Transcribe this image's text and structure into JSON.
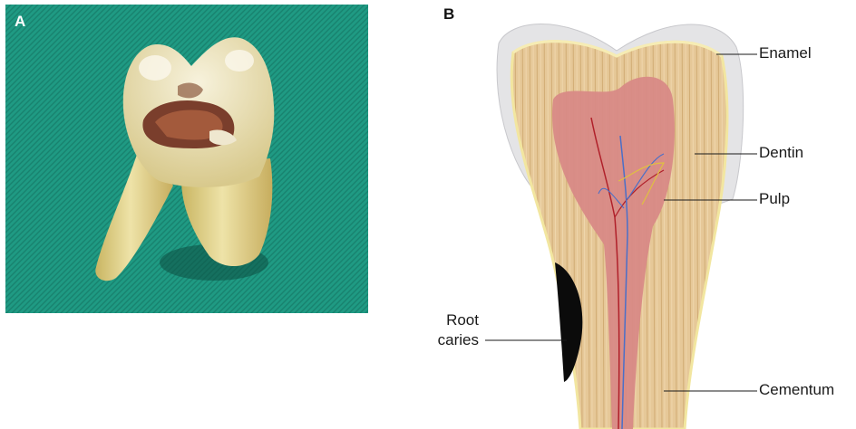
{
  "panels": {
    "a": {
      "letter": "A"
    },
    "b": {
      "letter": "B"
    }
  },
  "labels": {
    "enamel": "Enamel",
    "dentin": "Dentin",
    "pulp": "Pulp",
    "cementum": "Cementum",
    "root_caries_line1": "Root",
    "root_caries_line2": "caries"
  },
  "colors": {
    "photo_background": "#1f9a83",
    "enamel": "#e4e4e6",
    "dentin": "#e6c898",
    "pulp": "#d88a86",
    "caries": "#0b0b0b",
    "artery": "#b0202a",
    "vein": "#4a6fc8",
    "nerve": "#e0c040"
  }
}
